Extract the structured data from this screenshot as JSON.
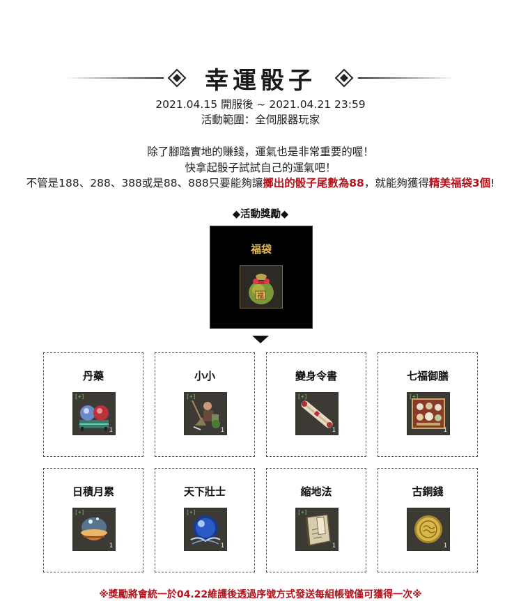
{
  "event": {
    "title": "幸運骰子",
    "period": "2021.04.15 開服後 ~ 2021.04.21 23:59",
    "scope": "活動範圍：全伺服器玩家"
  },
  "description": {
    "line1": "除了腳踏實地的賺錢，運氣也是非常重要的喔！",
    "line2": "快拿起骰子試試自己的運氣吧！",
    "line3_part1": "不管是188、288、388或是88、888只要能夠讓",
    "line3_highlight1": "擲出的骰子尾數為88",
    "line3_part2": "，就能夠獲得",
    "line3_highlight2": "精美福袋3個",
    "line3_part3": "!"
  },
  "rewards": {
    "heading": "◆活動獎勵◆",
    "featured": {
      "name": "福袋",
      "icon": "lucky-bag-icon"
    },
    "items": [
      {
        "name": "丹藥",
        "icon": "elixir-orbs-icon",
        "qty": "1"
      },
      {
        "name": "小小",
        "icon": "little-warrior-icon",
        "qty": "1"
      },
      {
        "name": "變身令書",
        "icon": "scroll-icon",
        "qty": "1"
      },
      {
        "name": "七福御膳",
        "icon": "banquet-tray-icon",
        "qty": "1"
      },
      {
        "name": "日積月累",
        "icon": "glowing-bowl-icon",
        "qty": "1"
      },
      {
        "name": "天下壯士",
        "icon": "blue-orb-icon",
        "qty": "1"
      },
      {
        "name": "縮地法",
        "icon": "book-icon",
        "qty": "1"
      },
      {
        "name": "古銅錢",
        "icon": "bronze-coin-icon",
        "qty": "1"
      }
    ]
  },
  "footer": {
    "note": "※獎勵將會統一於04.22維護後透過序號方式發送每組帳號僅可獲得一次※"
  },
  "colors": {
    "highlight": "#b2131c",
    "featured_title": "#e2bd58",
    "featured_bg": "#000000"
  }
}
